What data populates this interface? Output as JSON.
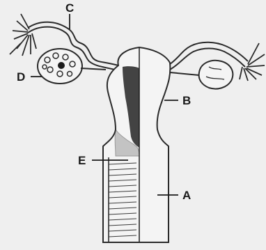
{
  "diagram": {
    "labels": {
      "A": "A",
      "B": "B",
      "C": "C",
      "D": "D",
      "E": "E"
    },
    "colors": {
      "background": "#efefef",
      "outline": "#2a2a2a",
      "shading": "#1c1c1c",
      "label": "#1a1a1a"
    }
  }
}
